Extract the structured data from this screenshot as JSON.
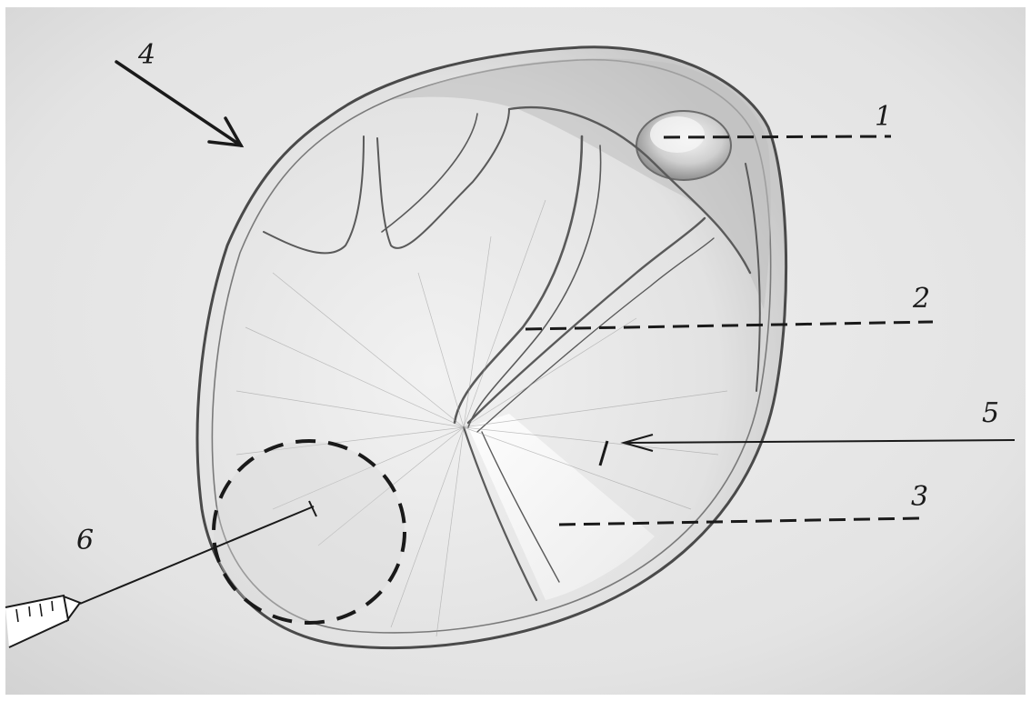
{
  "figure": {
    "labels": [
      {
        "id": "label-1",
        "text": "1"
      },
      {
        "id": "label-2",
        "text": "2"
      },
      {
        "id": "label-3",
        "text": "3"
      },
      {
        "id": "label-4",
        "text": "4"
      },
      {
        "id": "label-5",
        "text": "5"
      },
      {
        "id": "label-6",
        "text": "6"
      }
    ]
  },
  "colors": {
    "paper": "#e9e9e9",
    "paper_edge": "#f4f4f4",
    "pencil": "#3a3a3a",
    "pencil_light": "#8a8a8a",
    "ink": "#1a1a1a"
  }
}
